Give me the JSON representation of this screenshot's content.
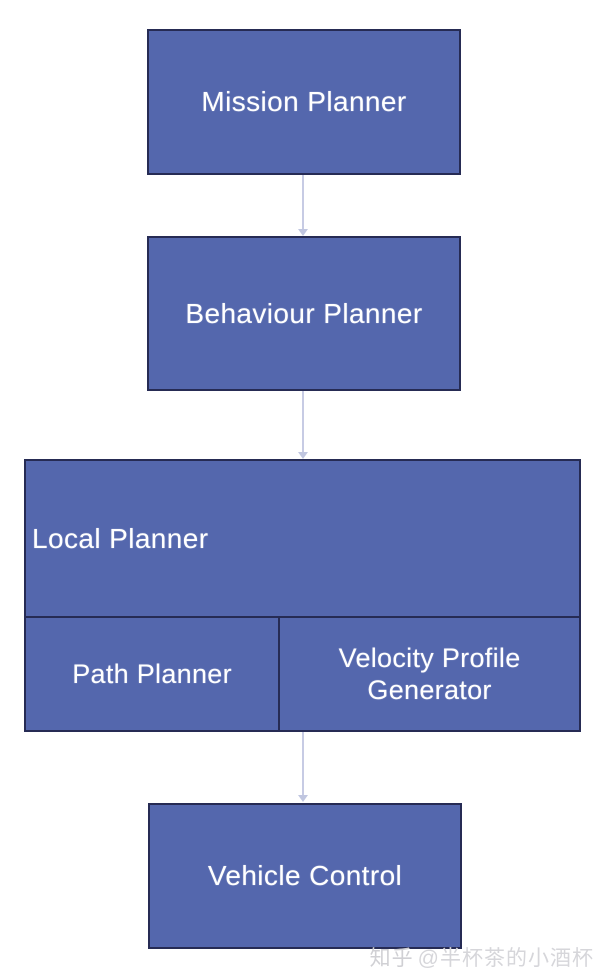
{
  "diagram": {
    "type": "flowchart",
    "orientation": "top-to-bottom",
    "background_color": "#ffffff",
    "node_fill_color": "#5467ad",
    "node_border_color": "#262b54",
    "node_text_color": "#ffffff",
    "connector_color": "#c7cbe4",
    "nodes": [
      {
        "id": "mission-planner",
        "label": "Mission Planner"
      },
      {
        "id": "behaviour-planner",
        "label": "Behaviour Planner"
      },
      {
        "id": "local-planner",
        "label": "Local Planner"
      },
      {
        "id": "path-planner",
        "label": "Path Planner"
      },
      {
        "id": "velocity-profile-generator",
        "label": "Velocity Profile Generator"
      },
      {
        "id": "vehicle-control",
        "label": "Vehicle Control"
      }
    ],
    "edges": [
      {
        "from": "mission-planner",
        "to": "behaviour-planner",
        "arrow": "down-arrow"
      },
      {
        "from": "behaviour-planner",
        "to": "local-planner",
        "arrow": "down-arrow"
      },
      {
        "from": "local-planner",
        "to": "vehicle-control",
        "arrow": "down-arrow"
      }
    ]
  },
  "watermark": {
    "logo": "知乎",
    "user": "@半杯茶的小酒杯"
  }
}
